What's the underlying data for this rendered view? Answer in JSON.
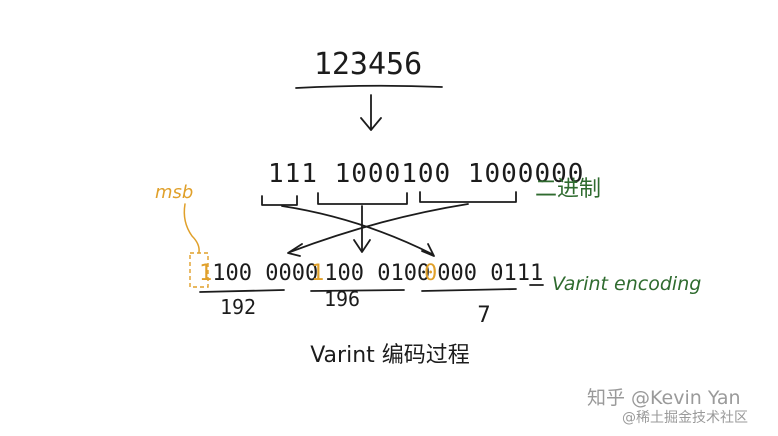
{
  "number": "123456",
  "binary": "111 1000100 1000000",
  "binary_label": "二进制",
  "msb_label": "msb",
  "bytes": [
    {
      "msb": "1",
      "rest": "100 0000",
      "decimal": "192"
    },
    {
      "msb": "1",
      "rest": "100 0100",
      "decimal": "196"
    },
    {
      "msb": "0",
      "rest": "000 0111",
      "decimal": "7"
    }
  ],
  "varint_label": "Varint encoding",
  "caption": "Varint 编码过程",
  "watermark": {
    "line1": "知乎 @Kevin Yan",
    "line2": "@稀土掘金技术社区"
  },
  "colors": {
    "ink": "#1c1c1c",
    "green": "#2f6b2f",
    "orange": "#e0a02a"
  }
}
